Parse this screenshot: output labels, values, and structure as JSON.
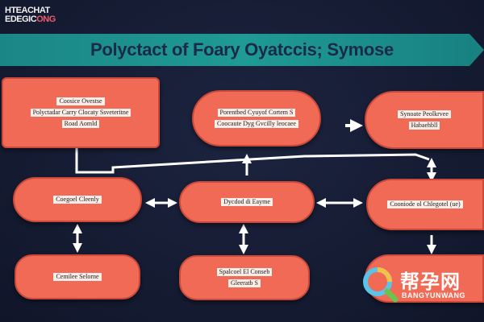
{
  "logo": {
    "line1": "HTEACHAT",
    "line2_a": "EDEGIC",
    "line2_b": "ONG"
  },
  "header": {
    "title": "Polyctact of Foary Oyatccis; Symose"
  },
  "nodes": {
    "n1": {
      "lines": [
        "Coosice Ovestse",
        "Polyctadar Carry Clocaty Ssveteritne",
        "Road Aomld"
      ]
    },
    "n2": {
      "lines": [
        "Porentbed Cyuyof Cortem S",
        "Coocaute Dyg Gvcilly leocaee"
      ]
    },
    "n3": {
      "lines": [
        "Synoate Peolkrvee",
        "Habaehbll"
      ]
    },
    "n4": {
      "lines": [
        "Coegoel Cleenly"
      ]
    },
    "n5": {
      "lines": [
        "Dycdod di Eayme"
      ]
    },
    "n6": {
      "lines": [
        "Cooniode ol Chlegotel (ue)"
      ]
    },
    "n7": {
      "lines": [
        "Cemilee Selorne"
      ]
    },
    "n8": {
      "lines": [
        "Spalcoel El Conseb",
        "Gleeratb S"
      ]
    },
    "n9": {
      "lines": []
    }
  },
  "watermark": {
    "cn": "帮孕网",
    "en": "BANGYUNWANG"
  },
  "colors": {
    "background": "#141a30",
    "banner": "#1f9a95",
    "node_fill": "#f06a55",
    "node_border": "#c94a3a",
    "arrow": "#ffffff",
    "logo_accent": "#ef5b6c"
  }
}
